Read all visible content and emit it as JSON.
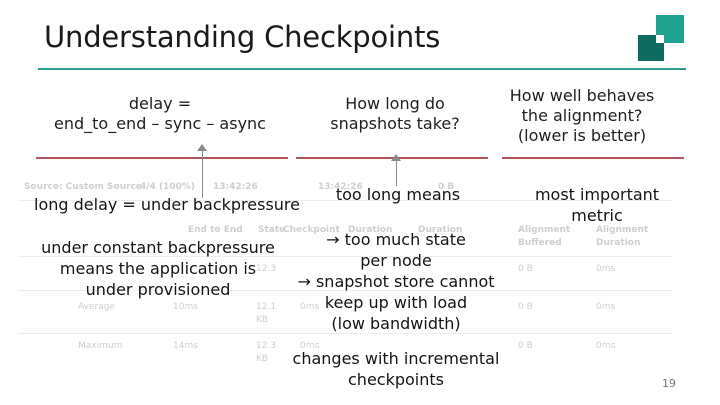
{
  "slide": {
    "title": "Understanding Checkpoints",
    "page": "19"
  },
  "columns": [
    {
      "lines": [
        "delay =",
        "end_to_end – sync – async"
      ]
    },
    {
      "lines": [
        "How long do",
        "snapshots take?"
      ]
    },
    {
      "lines": [
        "How well behaves",
        "the alignment?",
        "(lower is better)"
      ]
    }
  ],
  "notes": {
    "long_delay": "long delay = under backpressure",
    "backpressure": [
      "under constant backpressure",
      "means the application is",
      "under provisioned"
    ],
    "too_long": "too long means",
    "causes": [
      "→ too much state",
      "per node",
      "→ snapshot store cannot",
      "keep up with load",
      "(low bandwidth)"
    ],
    "incremental": [
      "changes with incremental",
      "checkpoints"
    ],
    "metric": [
      "most important",
      "metric"
    ]
  },
  "bg": {
    "source": "Source: Custom Source",
    "acked": "4/4 (100%)",
    "time": "13:42:26",
    "time2": "13:42:26",
    "size": "0 B",
    "col_e2e": "End to End",
    "col_state": "State",
    "col_ckpt": "Checkpoint",
    "col_sync": "Duration",
    "col_async": "Duration",
    "col_ab": "Alignment",
    "col_ad": "Alignment",
    "col_buffered": "Buffered",
    "col_duration": "Duration",
    "r1c1": "12.3",
    "r1c2": "0 B",
    "r1c3": "0ms",
    "avg_label": "Average",
    "avg_e2e": "10ms",
    "avg_state": "12.1",
    "avg_state_unit": "KB",
    "avg_sync": "0ms",
    "avg_ab": "0 B",
    "avg_ad": "0ms",
    "max_label": "Maximum",
    "max_e2e": "14ms",
    "max_state": "12.3",
    "max_state_unit": "KB",
    "max_sync": "0ms",
    "max_ab": "0 B",
    "max_ad": "0ms"
  }
}
